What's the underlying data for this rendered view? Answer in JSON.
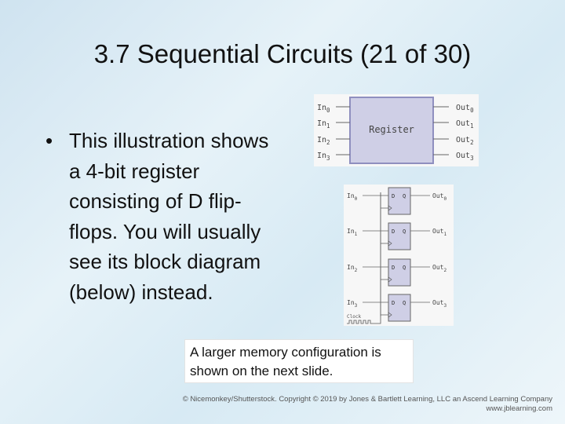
{
  "slide": {
    "title": "3.7 Sequential Circuits (21 of 30)",
    "bullet": "This illustration shows a 4-bit register consisting of D flip-flops. You will usually see its block diagram (below) instead.",
    "bullet_marker": "•",
    "caption": "A larger memory configuration is shown on the next slide.",
    "footer_line1": "© Nicemonkey/Shutterstock. Copyright © 2019 by Jones & Bartlett Learning, LLC an Ascend Learning Company",
    "footer_line2": "www.jblearning.com"
  },
  "block_diagram": {
    "label": "Register",
    "inputs": [
      "In",
      "In",
      "In",
      "In"
    ],
    "input_subscripts": [
      "0",
      "1",
      "2",
      "3"
    ],
    "outputs": [
      "Out",
      "Out",
      "Out",
      "Out"
    ],
    "output_subscripts": [
      "0",
      "1",
      "2",
      "3"
    ],
    "fill_color": "#cfcfe6",
    "border_color": "#8f8fbf"
  },
  "flipflop_diagram": {
    "inputs": [
      "In",
      "In",
      "In",
      "In"
    ],
    "input_subscripts": [
      "0",
      "1",
      "2",
      "3"
    ],
    "outputs": [
      "Out",
      "Out",
      "Out",
      "Out"
    ],
    "output_subscripts": [
      "0",
      "1",
      "2",
      "3"
    ],
    "d_label": "D",
    "q_label": "Q",
    "clock_label": "Clock",
    "fill_color": "#cfcfe6"
  }
}
